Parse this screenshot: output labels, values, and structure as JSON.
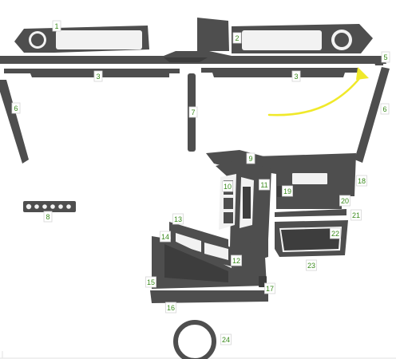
{
  "diagram": {
    "callouts": [
      "1",
      "2",
      "3",
      "3",
      "5",
      "6",
      "7",
      "6",
      "9",
      "10",
      "11",
      "18",
      "19",
      "20",
      "21",
      "8",
      "13",
      "14",
      "22",
      "12",
      "23",
      "15",
      "17",
      "16",
      "24"
    ],
    "colors": {
      "part_fill": "#4e4e4e",
      "part_dark": "#3d3d3d",
      "cutout": "#f2f2f2",
      "callout_text": "#3a8a1c",
      "arrow": "#f0e92a"
    }
  }
}
